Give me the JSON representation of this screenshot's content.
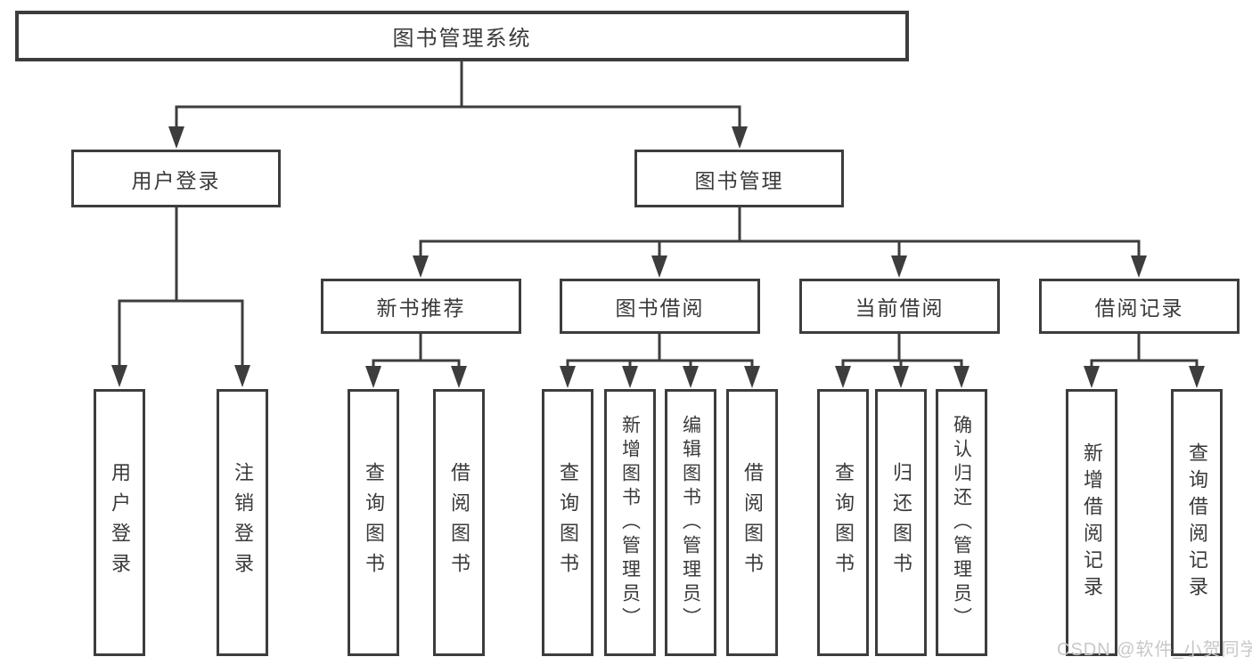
{
  "tree": {
    "root": {
      "label": "图书管理系统"
    },
    "branches": [
      {
        "label": "用户登录",
        "children": [
          {
            "label": "用户登录"
          },
          {
            "label": "注销登录"
          }
        ]
      },
      {
        "label": "图书管理",
        "children": [
          {
            "label": "新书推荐",
            "children": [
              {
                "label": "查询图书"
              },
              {
                "label": "借阅图书"
              }
            ]
          },
          {
            "label": "图书借阅",
            "children": [
              {
                "label": "查询图书"
              },
              {
                "label": "新增图书（管理员）"
              },
              {
                "label": "编辑图书（管理员）"
              },
              {
                "label": "借阅图书"
              }
            ]
          },
          {
            "label": "当前借阅",
            "children": [
              {
                "label": "查询图书"
              },
              {
                "label": "归还图书"
              },
              {
                "label": "确认归还（管理员）"
              }
            ]
          },
          {
            "label": "借阅记录",
            "children": [
              {
                "label": "新增借阅记录"
              },
              {
                "label": "查询借阅记录"
              }
            ]
          }
        ]
      }
    ]
  },
  "watermark": {
    "text": "CSDN @软件_小贺同学"
  },
  "colors": {
    "line": "#3d3d3d",
    "box_border": "#3d3d3d",
    "text": "#3a3a3a",
    "watermark": "#c8c8c8",
    "background": "#ffffff"
  }
}
